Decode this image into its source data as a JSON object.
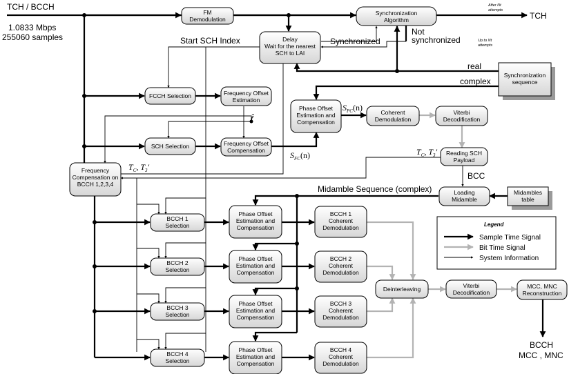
{
  "inputs": {
    "source": "TCH / BCCH",
    "rate": "1.0833 Mbps",
    "samples": "255060 samples"
  },
  "outputs": {
    "tch": "TCH",
    "bcch": "BCCH",
    "mcc_mnc": "MCC , MNC"
  },
  "blocks": {
    "fm": [
      "FM",
      "Demodulation"
    ],
    "sync_alg": [
      "Synchronization",
      "Algorithm"
    ],
    "delay": [
      "Delay",
      "Wait for the nearest",
      "SCH to LAI"
    ],
    "sync_seq": [
      "Synchronization",
      "sequence"
    ],
    "fcch_sel": [
      "FCCH Selection"
    ],
    "freq_off_est": [
      "Frequency Offset",
      "Estimation"
    ],
    "sch_sel": [
      "SCH Selection"
    ],
    "freq_off_comp": [
      "Frequency Offset",
      "Compensation"
    ],
    "phase_top": [
      "Phase Offset",
      "Estimation and",
      "Compensation"
    ],
    "coh_demod": [
      "Coherent",
      "Demodulation"
    ],
    "viterbi_top": [
      "Viterbi",
      "Decodification"
    ],
    "reading_sch": [
      "Reading SCH",
      "Payload"
    ],
    "freq_comp_bcch": [
      "Frequency",
      "Compensation on",
      "BCCH 1,2,3,4"
    ],
    "loading_mid": [
      "Loading",
      "Midamble"
    ],
    "midambles": [
      "Midambles",
      "table"
    ],
    "bcch1_sel": [
      "BCCH 1",
      "Selection"
    ],
    "bcch2_sel": [
      "BCCH 2",
      "Selection"
    ],
    "bcch3_sel": [
      "BCCH 3",
      "Selection"
    ],
    "bcch4_sel": [
      "BCCH 4",
      "Selection"
    ],
    "phase1": [
      "Phase Offset",
      "Estimation and",
      "Compensation"
    ],
    "phase2": [
      "Phase Offset",
      "Estimation and",
      "Compensation"
    ],
    "phase3": [
      "Phase Offset",
      "Estimation and",
      "Compensation"
    ],
    "phase4": [
      "Phase Offset",
      "Estimation and",
      "Compensation"
    ],
    "coh1": [
      "BCCH 1",
      "Coherent",
      "Demodulation"
    ],
    "coh2": [
      "BCCH 2",
      "Coherent",
      "Demodulation"
    ],
    "coh3": [
      "BCCH 3",
      "Coherent",
      "Demodulation"
    ],
    "coh4": [
      "BCCH 4",
      "Coherent",
      "Demodulation"
    ],
    "deinterleaving": [
      "Deinterleaving"
    ],
    "viterbi_bot": [
      "Viterbi",
      "Decodification"
    ],
    "mcc_recon": [
      "MCC, MNC",
      "Reconstruction"
    ]
  },
  "labels": {
    "start_sch": "Start SCH Index",
    "synchronized": "Synchronized",
    "not_sync_1": "Not",
    "not_sync_2": "synchronized",
    "after_n_1": "After Nt",
    "after_n_2": "attempts",
    "up_to_n_1": "Up to Nt",
    "up_to_n_2": "attempts",
    "real": "real",
    "complex": "complex",
    "bcc": "BCC",
    "midamble_seq": "Midamble Sequence (complex)",
    "f_hat": "f̂",
    "s_pc": "S",
    "s_pc_sub": "PC",
    "s_pc_arg": "(n)",
    "s_fc": "S",
    "s_fc_sub": "FC",
    "s_fc_arg": "(n)",
    "tc_t3_a": "T",
    "tc_t3_b": "C",
    "tc_t3_c": ", T",
    "tc_t3_d": "3",
    "tc_t3_e": "'"
  },
  "legend": {
    "title": "Legend",
    "items": [
      "Sample Time Signal",
      "Bit Time Signal",
      "System Information"
    ]
  }
}
